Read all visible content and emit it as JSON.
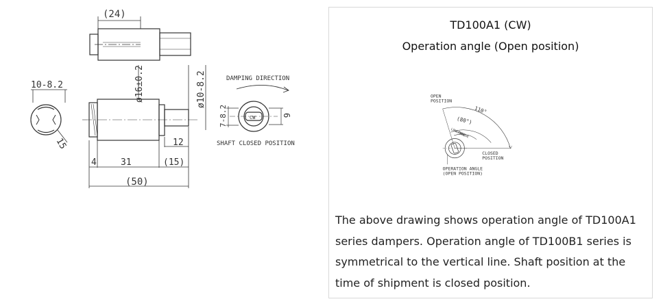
{
  "left_drawing": {
    "dim_top": "(24)",
    "dim_diameter_body": "ø16±0.2",
    "dim_diameter_shaft": "ø10-8.2",
    "dim_side_flat": "10-8.2",
    "dim_side_15": "15",
    "dim_12": "12",
    "dim_4": "4",
    "dim_31": "31",
    "dim_15": "(15)",
    "dim_50": "(50)",
    "damping_direction": "DAMPING DIRECTION",
    "shaft_closed_position": "SHAFT CLOSED POSITION",
    "dim_7": "7-8.2",
    "dim_6": "6",
    "cw_label": "CW"
  },
  "card": {
    "title": "TD100A1 (CW)",
    "subtitle": "Operation angle (Open position)",
    "open_position_line1": "OPEN",
    "open_position_line2": "POSITION",
    "angle_110": "110°",
    "angle_80": "(80°)",
    "low_torque_line1": "LOW TORQUE",
    "low_torque_line2": "RANGE",
    "closed_position_line1": "CLOSED",
    "closed_position_line2": "POSITION",
    "operation_angle_line1": "OPERATION ANGLE",
    "operation_angle_line2": "(OPEN POSITION)",
    "description": "The above drawing shows operation angle of TD100A1 series dampers. Operation angle of TD100B1 series is symmetrical to the vertical line. Shaft position at the time of shipment is closed position."
  },
  "colors": {
    "line": "#333333",
    "border": "#d8d8d8",
    "text": "#222222"
  }
}
